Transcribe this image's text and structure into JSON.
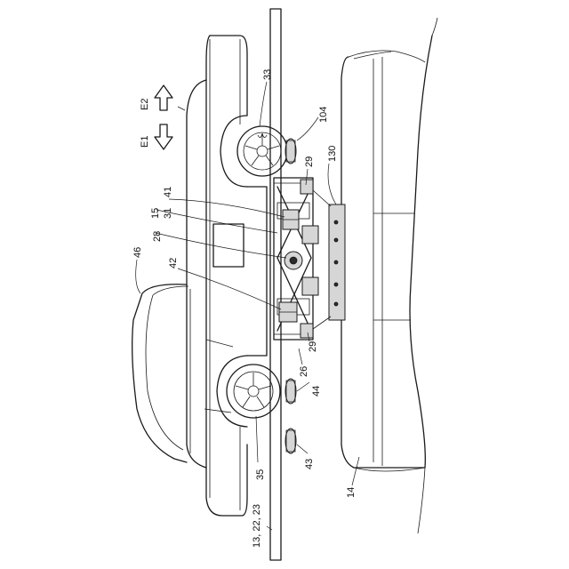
{
  "figure": {
    "labels": {
      "ref_13_22_23": "13, 22, 23",
      "ref_14": "14",
      "ref_15": "15",
      "ref_26": "26",
      "ref_28": "28",
      "ref_29_top": "29",
      "ref_29_bottom": "29",
      "ref_31": "31",
      "ref_33": "33",
      "ref_35": "35",
      "ref_41": "41",
      "ref_42": "42",
      "ref_43": "43",
      "ref_44": "44",
      "ref_46": "46",
      "ref_104": "104",
      "ref_130": "130",
      "dir_e1": "E1",
      "dir_e2": "E2"
    }
  }
}
